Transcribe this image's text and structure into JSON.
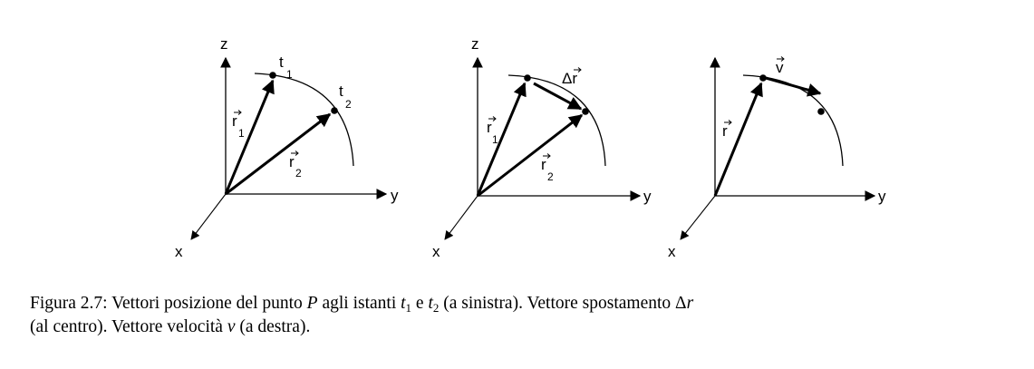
{
  "panels": {
    "left": {
      "axis_labels": {
        "z": "z",
        "y": "y",
        "x": "x"
      },
      "instant_1": {
        "base": "t",
        "sub": "1"
      },
      "instant_2": {
        "base": "t",
        "sub": "2"
      },
      "vec_1": {
        "base": "r",
        "sub": "1"
      },
      "vec_2": {
        "base": "r",
        "sub": "2"
      }
    },
    "center": {
      "axis_labels": {
        "z": "z",
        "y": "y",
        "x": "x"
      },
      "delta_r": "Δr",
      "vec_1": {
        "base": "r",
        "sub": "1"
      },
      "vec_2": {
        "base": "r",
        "sub": "2"
      }
    },
    "right": {
      "axis_labels": {
        "y": "y",
        "x": "x"
      },
      "vel": "v",
      "pos": "r"
    }
  },
  "caption": {
    "p1": "Figura 2.7: Vettori posizione del punto ",
    "P": "P",
    "p2": " agli istanti ",
    "t": "t",
    "sub1": "1",
    "p3": " e ",
    "sub2": "2",
    "p4": " (a sinistra). Vettore spostamento Δ",
    "r": "r",
    "p5": "(al centro). Vettore velocità ",
    "v": "v",
    "p6": " (a destra)."
  }
}
